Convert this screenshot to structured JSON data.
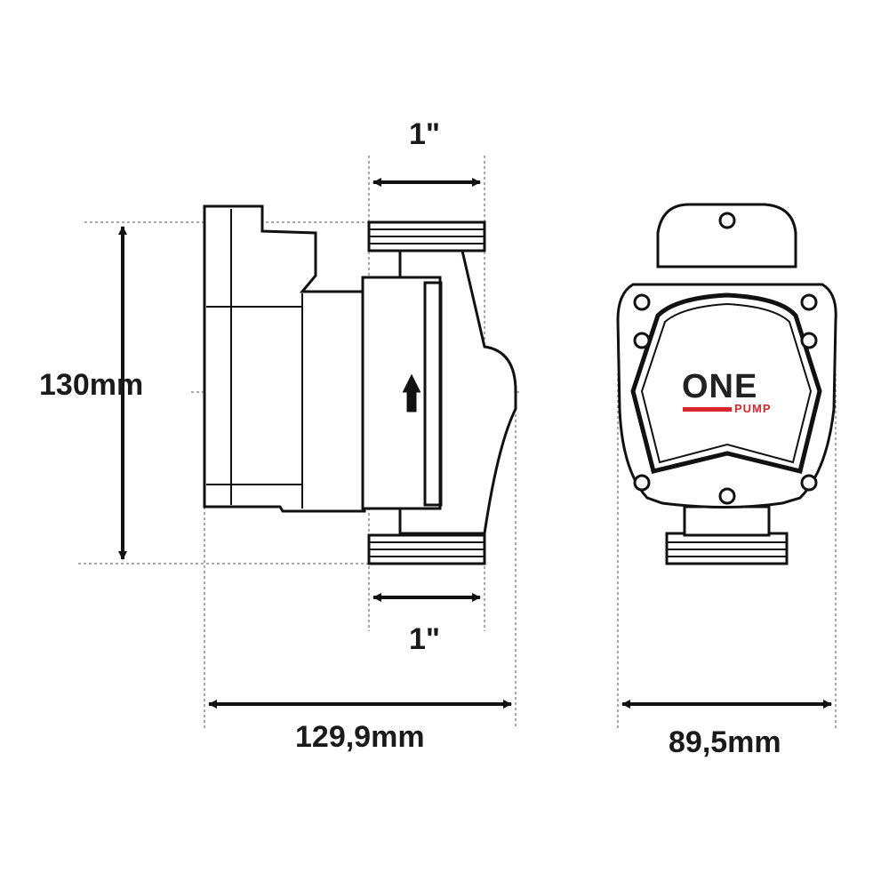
{
  "dimensions": {
    "top_connection": "1\"",
    "bottom_connection": "1\"",
    "height": "130mm",
    "length": "129,9mm",
    "width": "89,5mm"
  },
  "logo": {
    "brand": "ONE",
    "sub": "PUMP",
    "accent_color": "#d9262b"
  }
}
